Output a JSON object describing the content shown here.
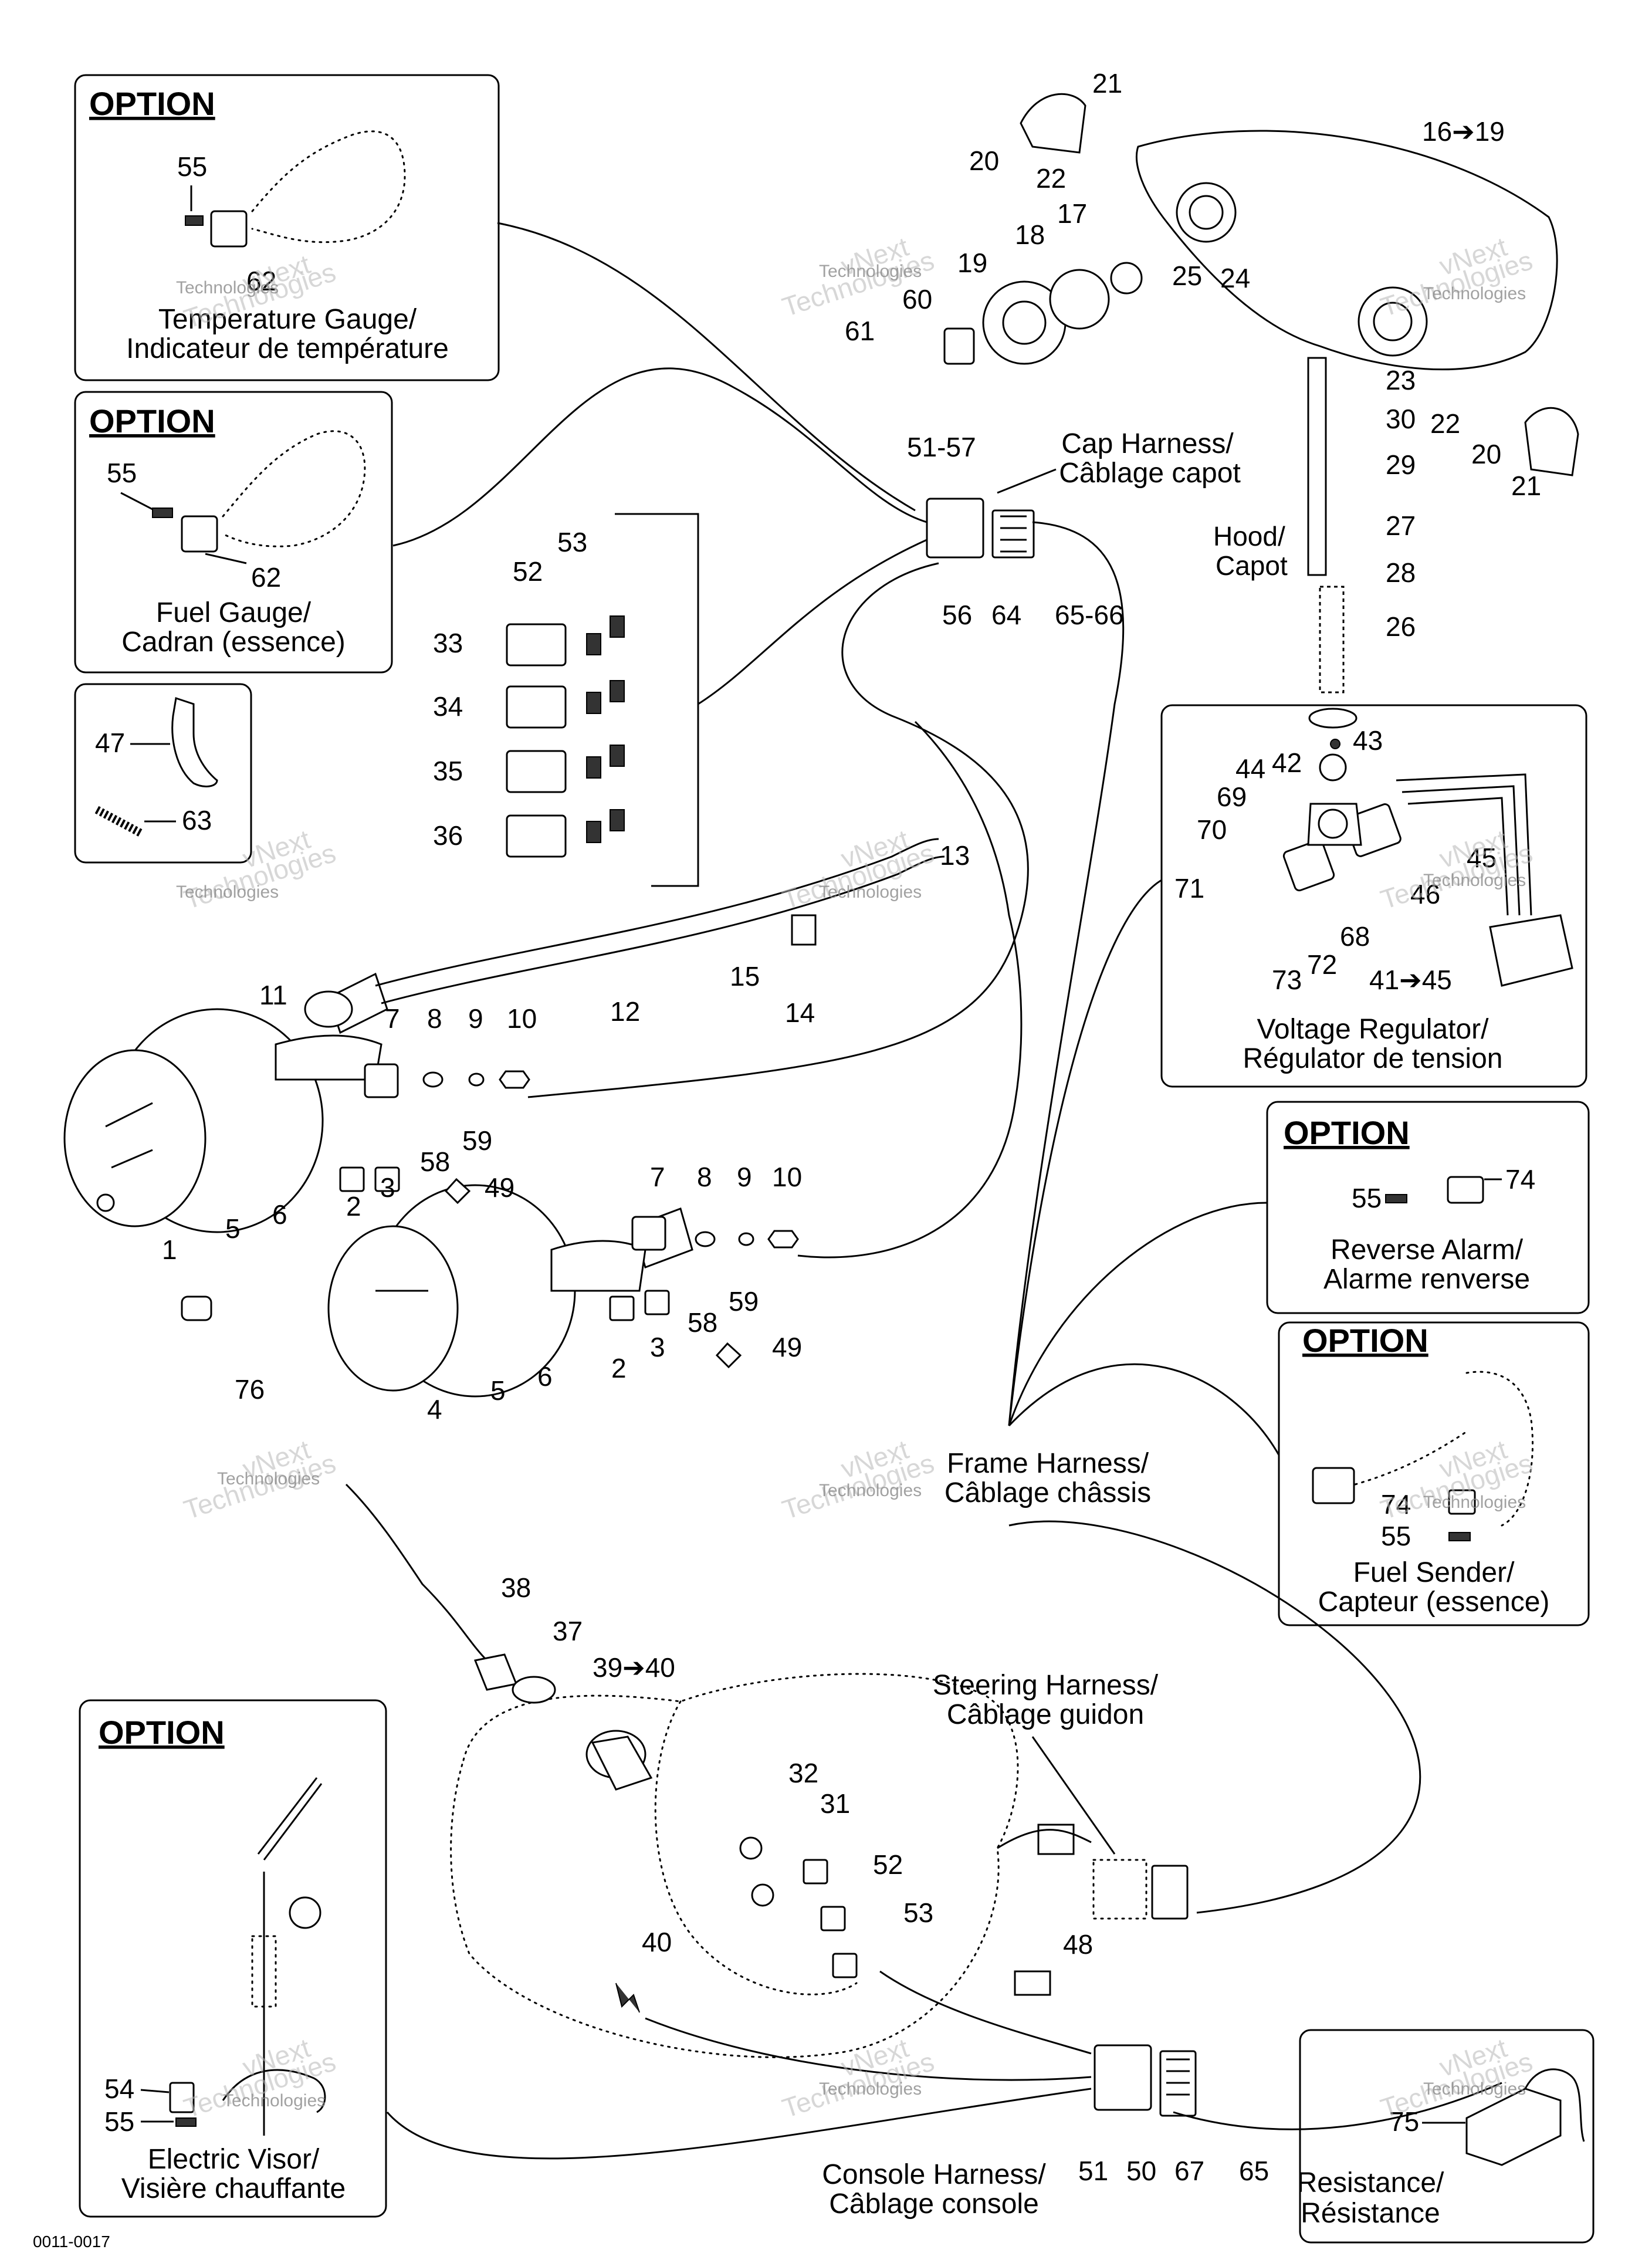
{
  "boxes": {
    "temp_gauge": {
      "option": "OPTION",
      "line1": "Temperature Gauge/",
      "line2": "Indicateur de température",
      "parts": [
        "55",
        "62"
      ]
    },
    "fuel_gauge": {
      "option": "OPTION",
      "line1": "Fuel Gauge/",
      "line2": "Cadran (essence)",
      "parts": [
        "55",
        "62"
      ]
    },
    "ties": {
      "parts": [
        "47",
        "63"
      ]
    },
    "voltage_regulator": {
      "line1": "Voltage Regulator/",
      "line2": "Régulator de tension",
      "parts": [
        "42",
        "43",
        "44",
        "69",
        "70",
        "71",
        "45",
        "46",
        "68",
        "73",
        "72",
        "41➔45"
      ]
    },
    "reverse_alarm": {
      "option": "OPTION",
      "line1": "Reverse Alarm/",
      "line2": "Alarme renverse",
      "parts": [
        "55",
        "74"
      ]
    },
    "fuel_sender": {
      "option": "OPTION",
      "line1": "Fuel Sender/",
      "line2": "Capteur (essence)",
      "parts": [
        "74",
        "55"
      ]
    },
    "electric_visor": {
      "option": "OPTION",
      "line1": "Electric Visor/",
      "line2": "Visière chauffante",
      "parts": [
        "54",
        "55"
      ]
    },
    "resistance": {
      "line1": "Resistance/",
      "line2": "Résistance",
      "parts": [
        "75"
      ]
    }
  },
  "harness_labels": {
    "cap_1": "Cap Harness/",
    "cap_2": "Câblage capot",
    "frame_1": "Frame Harness/",
    "frame_2": "Câblage châssis",
    "steering_1": "Steering Harness/",
    "steering_2": "Câblage guidon",
    "console_1": "Console Harness/",
    "console_2": "Câblage console",
    "hood_1": "Hood/",
    "hood_2": "Capot"
  },
  "callouts": {
    "c21a": "21",
    "c16": "16➔19",
    "c20a": "20",
    "c22a": "22",
    "c17": "17",
    "c18": "18",
    "c19": "19",
    "c25": "25",
    "c24": "24",
    "c60": "60",
    "c61": "61",
    "c23": "23",
    "c30": "30",
    "c22b": "22",
    "c29": "29",
    "c20b": "20",
    "c21b": "21",
    "c27": "27",
    "c28": "28",
    "c26": "26",
    "c5157": "51-57",
    "c56": "56",
    "c64": "64",
    "c6566": "65-66",
    "c53a": "53",
    "c52a": "52",
    "c33": "33",
    "c34": "34",
    "c35": "35",
    "c36": "36",
    "c13": "13",
    "c15": "15",
    "c14": "14",
    "c12": "12",
    "c11": "11",
    "c7a": "7",
    "c8a": "8",
    "c9a": "9",
    "c10a": "10",
    "c59a": "59",
    "c58a": "58",
    "c3a": "3",
    "c2a": "2",
    "c49a": "49",
    "c1": "1",
    "c5a": "5",
    "c6a": "6",
    "c76": "76",
    "c7b": "7",
    "c8b": "8",
    "c9b": "9",
    "c10b": "10",
    "c59b": "59",
    "c58b": "58",
    "c3b": "3",
    "c49b": "49",
    "c2b": "2",
    "c4": "4",
    "c5b": "5",
    "c6b": "6",
    "c38": "38",
    "c37": "37",
    "c3940": "39➔40",
    "c32": "32",
    "c31": "31",
    "c52b": "52",
    "c53b": "53",
    "c40": "40",
    "c48": "48",
    "c51": "51",
    "c50": "50",
    "c67": "67",
    "c65": "65"
  },
  "watermark": {
    "line1": "vNext",
    "line2": "Technologies"
  },
  "drawing_number": "0011-0017"
}
